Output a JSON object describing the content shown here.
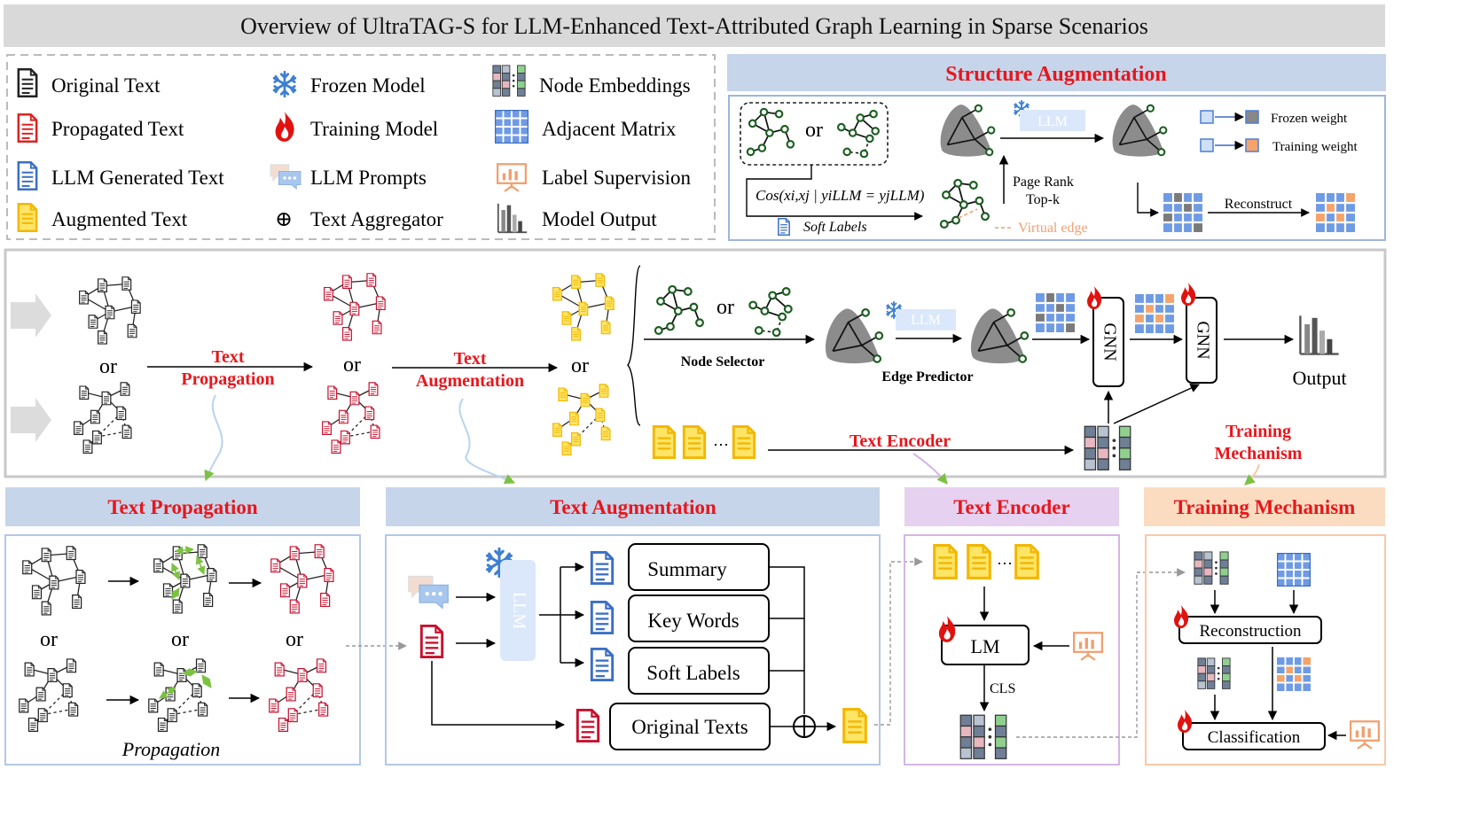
{
  "title": "Overview of UltraTAG-S for LLM-Enhanced Text-Attributed Graph Learning in Sparse Scenarios",
  "legend": {
    "original_text": "Original Text",
    "propagated_text": "Propagated Text",
    "llm_generated_text": "LLM Generated Text",
    "augmented_text": "Augmented Text",
    "frozen_model": "Frozen Model",
    "training_model": "Training Model",
    "llm_prompts": "LLM Prompts",
    "text_aggregator": "Text Aggregator",
    "node_embeddings": "Node Embeddings",
    "adjacent_matrix": "Adjacent Matrix",
    "label_supervision": "Label Supervision",
    "model_output": "Model Output"
  },
  "structure_aug": {
    "title": "Structure Augmentation",
    "or": "or",
    "llm": "LLM",
    "cos_formula": "Cos(xi,xj | yiLLM = yjLLM)",
    "soft_labels": "Soft Labels",
    "page_rank": "Page Rank",
    "top_k": "Top-k",
    "virtual_edge": "Virtual edge",
    "frozen_weight": "Frozen weight",
    "training_weight": "Training weight",
    "reconstruct": "Reconstruct"
  },
  "main": {
    "or": "or",
    "text_propagation_1": "Text",
    "text_propagation_2": "Propagation",
    "text_augmentation_1": "Text",
    "text_augmentation_2": "Augmentation",
    "node_selector": "Node Selector",
    "edge_predictor": "Edge Predictor",
    "llm": "LLM",
    "gnn": "GNN",
    "output": "Output",
    "text_encoder": "Text Encoder",
    "training_1": "Training",
    "training_2": "Mechanism"
  },
  "panels": {
    "text_propagation": "Text Propagation",
    "text_augmentation": "Text Augmentation",
    "text_encoder": "Text Encoder",
    "training_mechanism": "Training Mechanism"
  },
  "propagation": {
    "or": "or",
    "caption": "Propagation"
  },
  "augmentation": {
    "llm": "LLM",
    "summary": "Summary",
    "key_words": "Key Words",
    "soft_labels": "Soft Labels",
    "original_texts": "Original Texts"
  },
  "encoder": {
    "lm": "LM",
    "cls": "CLS"
  },
  "training": {
    "reconstruction": "Reconstruction",
    "classification": "Classification"
  },
  "colors": {
    "red": "#e8161c",
    "doc_black": "#222222",
    "doc_red": "#c8102e",
    "doc_blue": "#3b6fc4",
    "doc_yellow": "#f5c400",
    "blue_header": "#c6d5ea",
    "purple_header": "#e6d1f0",
    "orange_header": "#fbdcc0",
    "grid_blue": "#4a7fd6",
    "orange": "#f0a070",
    "node_green": "#2e7d32"
  }
}
